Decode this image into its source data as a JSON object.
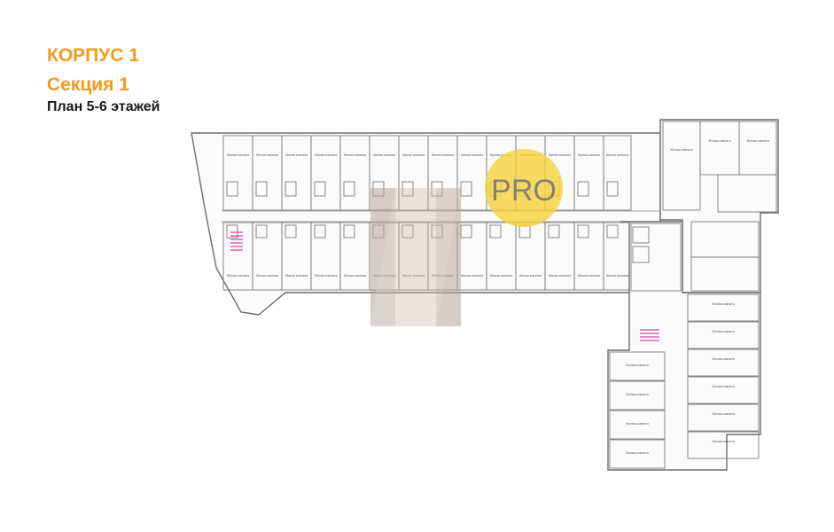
{
  "header": {
    "building": "КОРПУС 1",
    "section": "Секция 1",
    "floors": "План 5-6 этажей"
  },
  "watermark": {
    "text": "PRO",
    "circle_color": "#f5d33a",
    "letter_color": "#b9a49a"
  },
  "plan": {
    "apt_label": "Жилая комната",
    "stroke_color": "#6d6d6d",
    "fill_color": "#fbfbfb"
  }
}
